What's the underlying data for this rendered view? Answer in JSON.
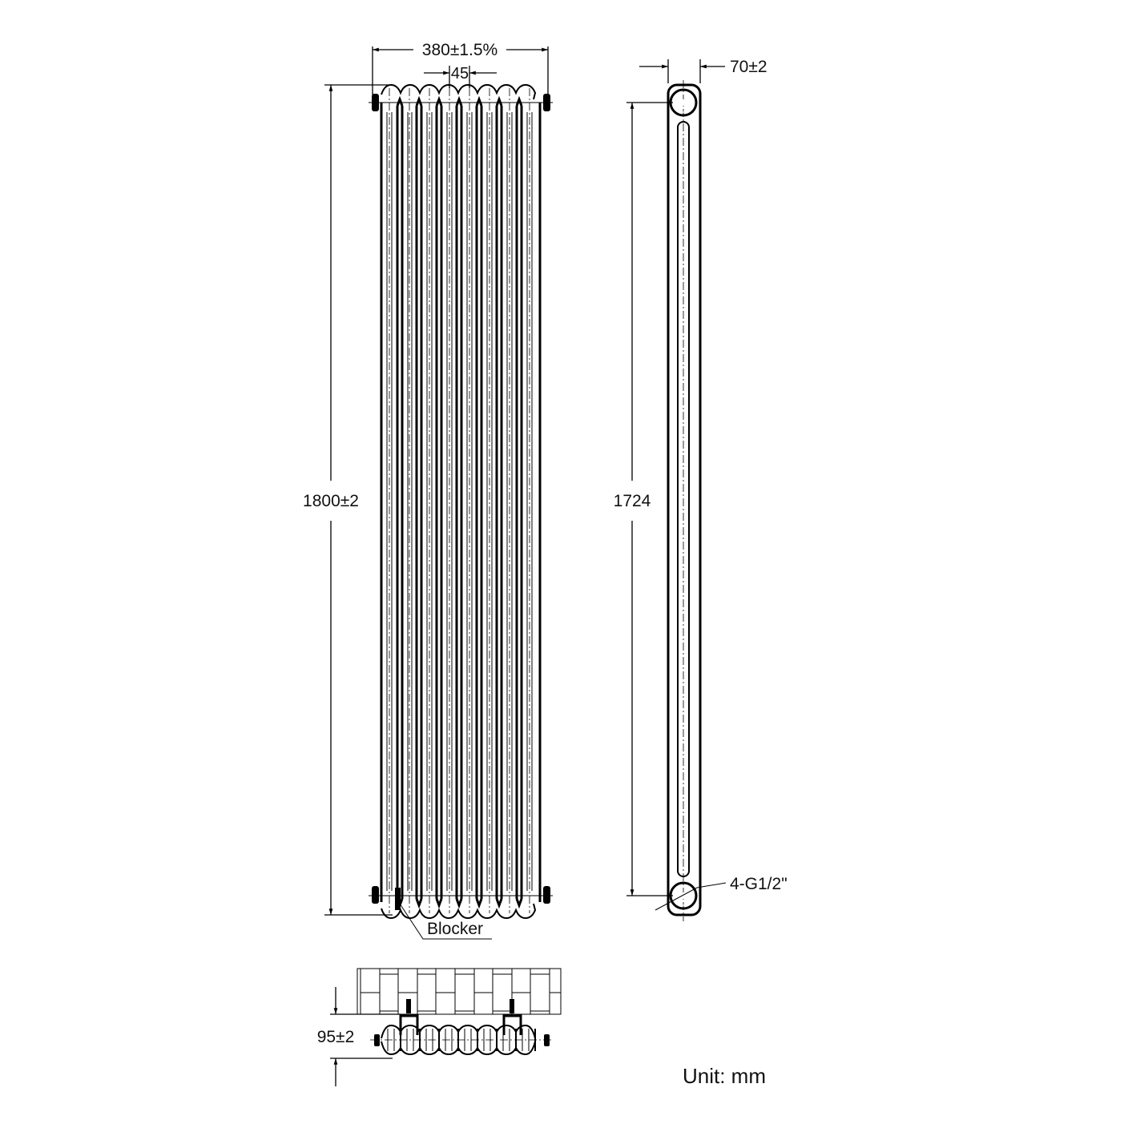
{
  "diagram": {
    "type": "technical-drawing",
    "subject": "column radiator",
    "front_view": {
      "width_label": "380±1.5%",
      "column_pitch_label": "45",
      "height_label": "1800±2",
      "blocker_label": "Blocker",
      "column_count": 8
    },
    "side_view": {
      "depth_label": "70±2",
      "centers_label": "1724",
      "connection_label": "4-G1/2\""
    },
    "top_view": {
      "wall_gap_label": "95±2"
    },
    "unit_label": "Unit: mm",
    "colors": {
      "line": "#000000",
      "background": "#ffffff"
    }
  }
}
